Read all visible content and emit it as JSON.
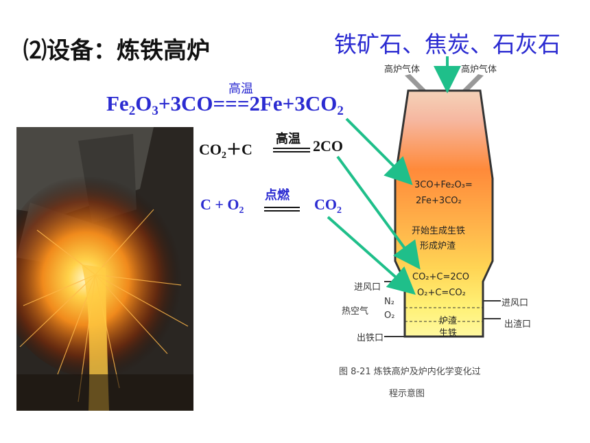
{
  "title": "⑵设备：炼铁高炉",
  "materials": "铁矿石、焦炭、石灰石",
  "equations": {
    "eq1": {
      "p1": "Fe",
      "s1": "2",
      "p2": "O",
      "s2": "3",
      "p3": "+3CO===2Fe+3CO",
      "s3": "2",
      "condition": "高温"
    },
    "eq2": {
      "p1": "CO",
      "s1": "2",
      "p2": "＋C",
      "condition": "高温",
      "product": "2CO"
    },
    "eq3": {
      "p1": "C + O",
      "s1": "2",
      "condition": "点燃",
      "product": "CO",
      "s2": "2"
    }
  },
  "furnace": {
    "top_left_gas": "高炉气体",
    "top_right_gas": "高炉气体",
    "zone1_line1": "3CO+Fe₂O₃=",
    "zone1_line2": "2Fe+3CO₂",
    "zone2_line1": "开始生成生铁",
    "zone2_line2": "形成炉渣",
    "zone3_line1": "CO₂+C=2CO",
    "zone3_line2": "O₂+C=CO₂",
    "air_inlet_left": "进风口",
    "hot_air": "热空气",
    "n2": "N₂",
    "o2": "O₂",
    "iron_outlet": "出铁口",
    "air_inlet_right": "进风口",
    "slag_outlet": "出渣口",
    "slag": "炉渣",
    "pig_iron": "生铁"
  },
  "caption": {
    "line1": "图 8-21  炼铁高炉及炉内化学变化过",
    "line2": "程示意图"
  },
  "colors": {
    "blue_text": "#2b2bd1",
    "arrow": "#1fbf8a"
  }
}
